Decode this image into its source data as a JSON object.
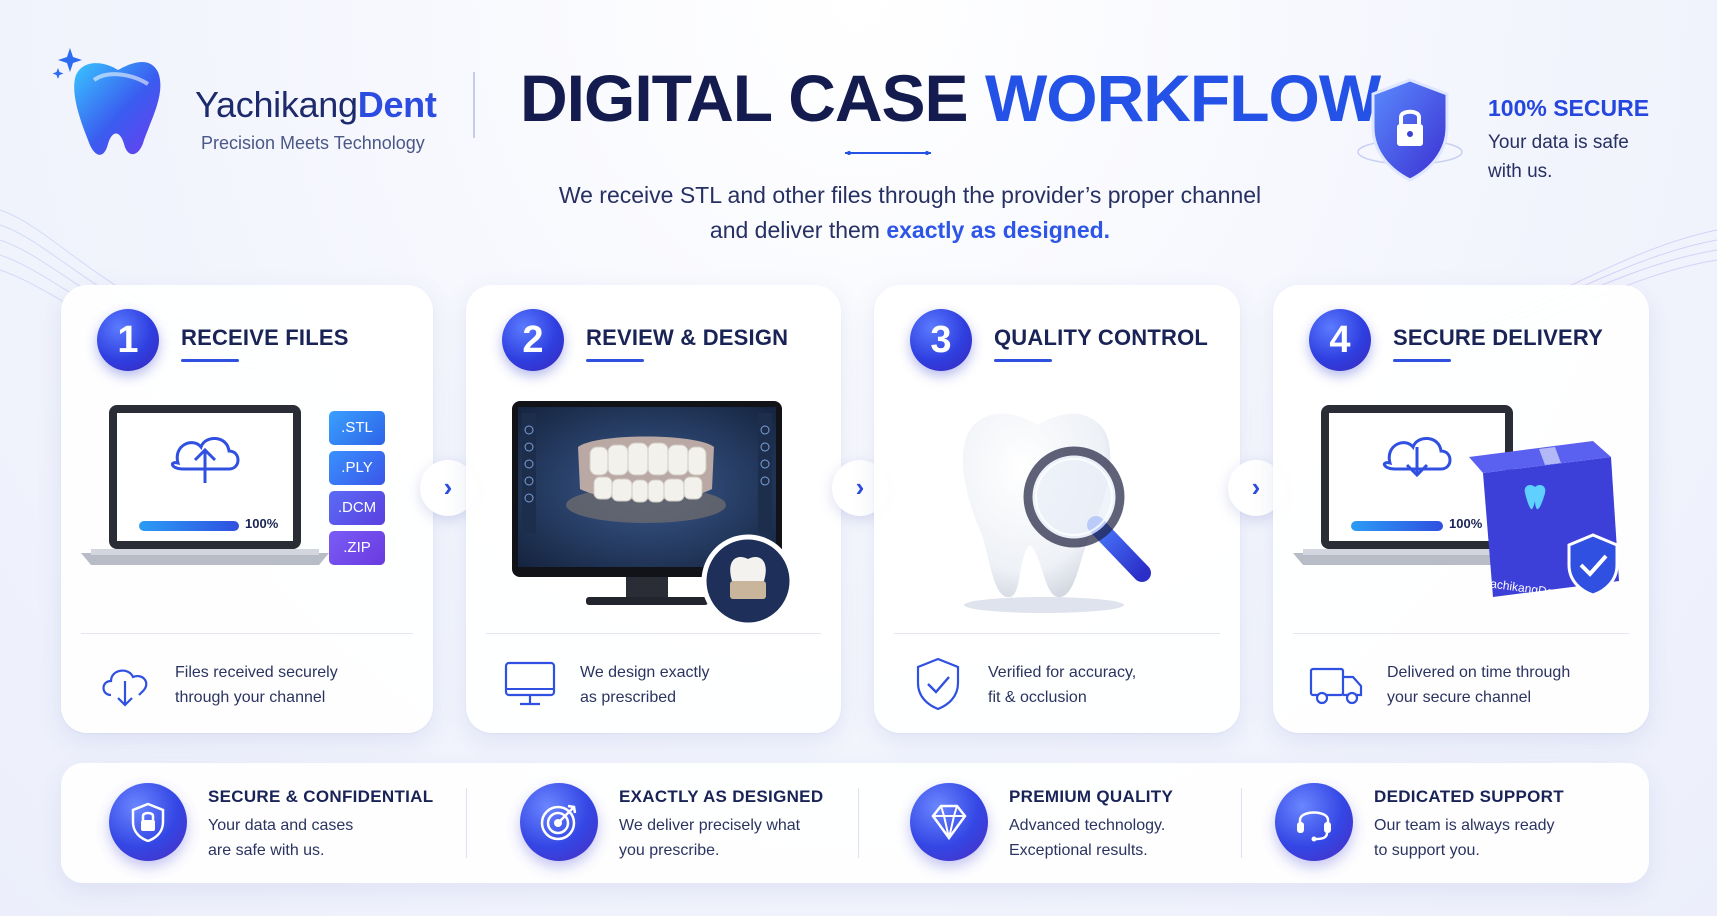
{
  "brand": {
    "name_plain": "Yachikang",
    "name_accent": "Dent",
    "tagline": "Precision Meets Technology"
  },
  "header": {
    "title_plain": "DIGITAL CASE",
    "title_accent": "WORKFLOW",
    "subtitle_line1": "We receive STL and other files through the provider’s proper channel",
    "subtitle_line2_plain": "and deliver them",
    "subtitle_line2_accent": "exactly as designed."
  },
  "secure_badge": {
    "title": "100% SECURE",
    "text": "Your data is safe with us."
  },
  "steps": [
    {
      "number": "1",
      "title": "RECEIVE FILES",
      "progress_label": "100%",
      "progress": 1.0,
      "file_types": [
        ".STL",
        ".PLY",
        ".DCM",
        ".ZIP"
      ],
      "text_line1": "Files received securely",
      "text_line2": "through your channel",
      "icon": "cloud-download-icon"
    },
    {
      "number": "2",
      "title": "REVIEW & DESIGN",
      "text_line1": "We design exactly",
      "text_line2": "as prescribed",
      "icon": "monitor-icon"
    },
    {
      "number": "3",
      "title": "QUALITY CONTROL",
      "text_line1": "Verified for accuracy,",
      "text_line2": "fit & occlusion",
      "icon": "shield-check-icon"
    },
    {
      "number": "4",
      "title": "SECURE DELIVERY",
      "progress_label": "100%",
      "progress": 1.0,
      "box_label": "YachikangDent",
      "text_line1": "Delivered on time through",
      "text_line2": "your secure channel",
      "icon": "truck-icon"
    }
  ],
  "features": [
    {
      "title": "SECURE & CONFIDENTIAL",
      "text_line1": "Your data and cases",
      "text_line2": "are safe with us.",
      "icon": "shield-lock-icon"
    },
    {
      "title": "EXACTLY AS DESIGNED",
      "text_line1": "We deliver precisely what",
      "text_line2": "you prescribe.",
      "icon": "target-icon"
    },
    {
      "title": "PREMIUM QUALITY",
      "text_line1": "Advanced technology.",
      "text_line2": "Exceptional results.",
      "icon": "diamond-icon"
    },
    {
      "title": "DEDICATED SUPPORT",
      "text_line1": "Our team is always ready",
      "text_line2": "to support you.",
      "icon": "headset-icon"
    }
  ],
  "colors": {
    "primary": "#2452e6",
    "navy": "#141c4f",
    "violet": "#5b3df0",
    "background": "#f3f5fd"
  }
}
